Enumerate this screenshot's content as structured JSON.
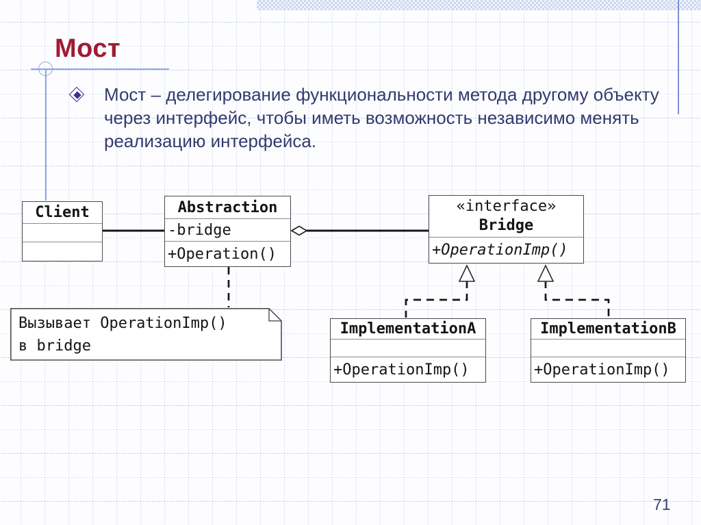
{
  "slide": {
    "title": "Мост",
    "page_number": "71"
  },
  "bullet": {
    "lines": [
      "Мост – делегирование функциональности метода другому объекту",
      "через интерфейс, чтобы иметь возможность независимо менять",
      "реализацию интерфейса."
    ]
  },
  "diagram": {
    "client": {
      "name": "Client"
    },
    "abstraction": {
      "name": "Abstraction",
      "attribute": "-bridge",
      "method": "+Operation()"
    },
    "bridge": {
      "stereotype": "«interface»",
      "name": "Bridge",
      "method": "+OperationImp()"
    },
    "implementation_a": {
      "name": "ImplementationA",
      "method": "+OperationImp()"
    },
    "implementation_b": {
      "name": "ImplementationB",
      "method": "+OperationImp()"
    },
    "note": {
      "lines": [
        "Вызывает OperationImp()",
        "в bridge"
      ]
    }
  },
  "colors": {
    "title_red": "#a11a33",
    "body_indigo": "#333a6e",
    "decor_blue": "#8da6dd",
    "accent_blue": "#7a93d2",
    "grid_blue": "#c9d5f0",
    "box_border": "#4a4a4a",
    "connector_black": "#161616"
  }
}
